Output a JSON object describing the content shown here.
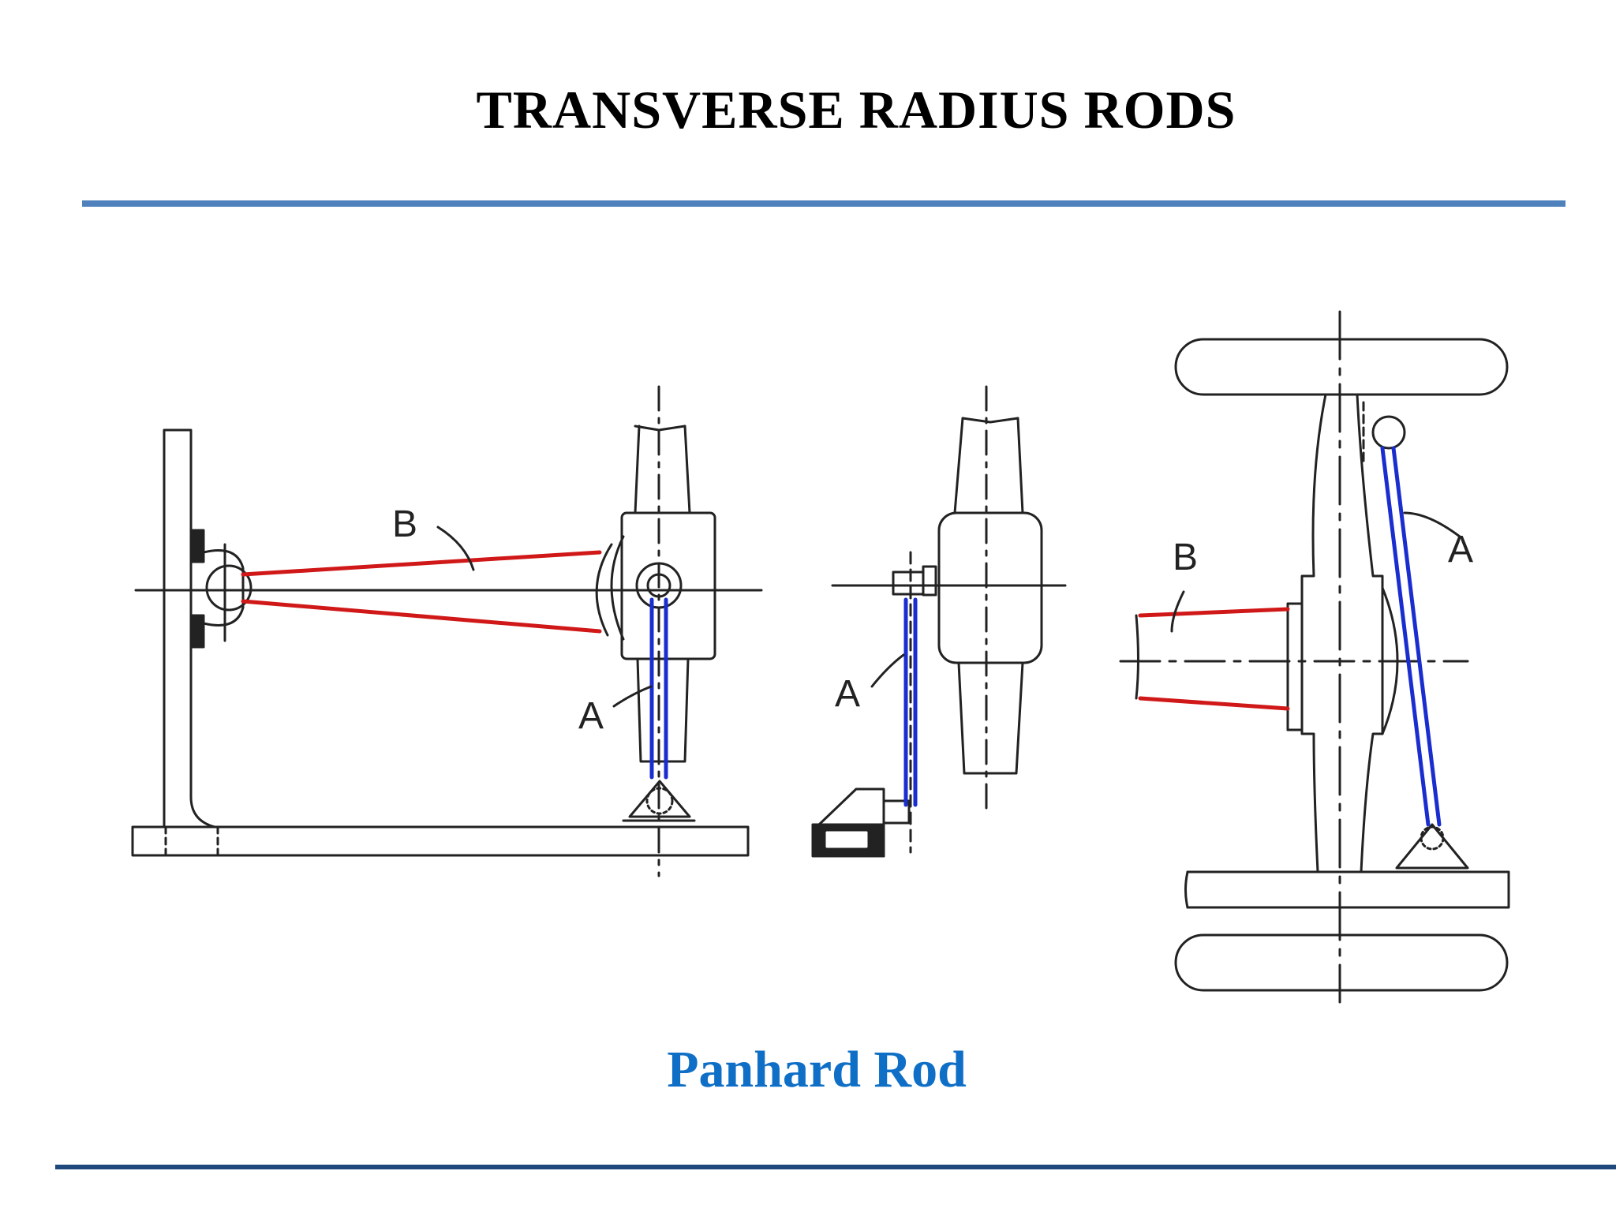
{
  "slide": {
    "title": "TRANSVERSE RADIUS RODS",
    "caption": "Panhard Rod"
  },
  "labels": {
    "left_b": "B",
    "left_a": "A",
    "middle_a": "A",
    "right_b": "B",
    "right_a": "A"
  },
  "colors": {
    "rod_a": "#1a2ecf",
    "rod_b": "#d01818",
    "top_rule": "#4f81bd",
    "bottom_rule": "#1f497d",
    "caption": "#0f6fc6"
  }
}
